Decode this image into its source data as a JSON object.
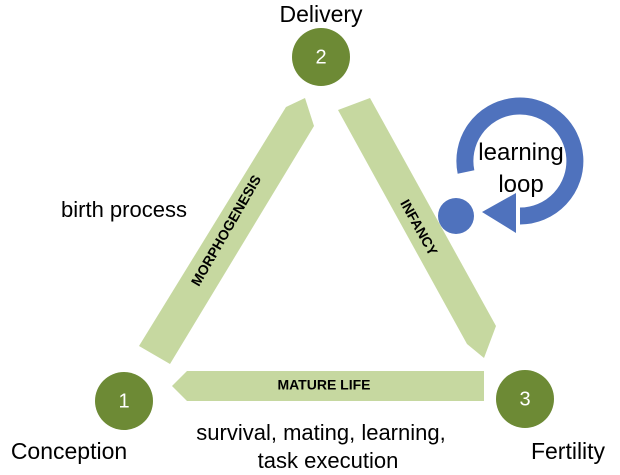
{
  "nodes": [
    {
      "number": "1",
      "label": "Conception"
    },
    {
      "number": "2",
      "label": "Delivery"
    },
    {
      "number": "3",
      "label": "Fertility"
    }
  ],
  "arrows": {
    "morphogenesis": "MORPHOGENESIS",
    "infancy": "INFANCY",
    "mature_life": "MATURE LIFE"
  },
  "annotations": {
    "birth_process": "birth process",
    "learning_loop_line1": "learning",
    "learning_loop_line2": "loop",
    "mature_line1": "survival, mating, learning,",
    "mature_line2": "task execution"
  },
  "colors": {
    "node_fill": "#6d8a35",
    "arrow_fill": "#c6d8a0",
    "loop_color": "#4f72bd"
  }
}
